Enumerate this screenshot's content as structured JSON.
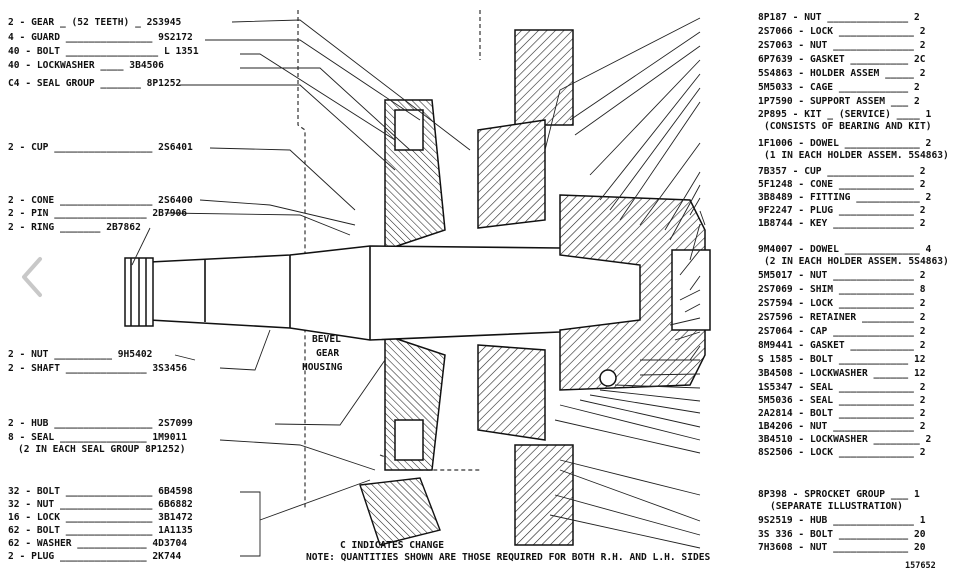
{
  "callouts_left": [
    {
      "text": "2 - GEAR _ (52 TEETH) _ 2S3945"
    },
    {
      "text": "4 - GUARD _______________ 9S2172"
    },
    {
      "text": "40 - BOLT ________________ L 1351"
    },
    {
      "text": "40 - LOCKWASHER ____ 3B4506"
    },
    {
      "text": "C4 - SEAL GROUP _______ 8P1252"
    },
    {
      "text": "2 - CUP _________________ 2S6401"
    },
    {
      "text": "2 - CONE ________________ 2S6400"
    },
    {
      "text": "2 - PIN ________________ 2B7906"
    },
    {
      "text": "2 - RING _______ 2B7862"
    },
    {
      "text": "2 - NUT __________ 9H5402"
    },
    {
      "text": "2 - SHAFT ______________ 3S3456"
    },
    {
      "text": "2 - HUB _________________ 2S7099"
    },
    {
      "text": "8 - SEAL _______________ 1M9011"
    },
    {
      "text": "(2 IN EACH SEAL GROUP 8P1252)"
    },
    {
      "text": "32 - BOLT _______________ 6B4598"
    },
    {
      "text": "32 - NUT ________________ 6B6882"
    },
    {
      "text": "16 - LOCK _______________ 3B1472"
    },
    {
      "text": "62 - BOLT _______________ 1A1135"
    },
    {
      "text": "62 - WASHER ____________ 4D3704"
    },
    {
      "text": "2 - PLUG _______________ 2K744"
    }
  ],
  "callouts_right": [
    {
      "text": "8P187 - NUT ______________ 2"
    },
    {
      "text": "2S7066 - LOCK _____________ 2"
    },
    {
      "text": "2S7063 - NUT ______________ 2"
    },
    {
      "text": "6P7639 - GASKET __________ 2C"
    },
    {
      "text": "5S4863 - HOLDER ASSEM _____ 2"
    },
    {
      "text": "5M5033 - CAGE ____________ 2"
    },
    {
      "text": "1P7590 - SUPPORT ASSEM ___ 2"
    },
    {
      "text": "2P895 - KIT _ (SERVICE) ____ 1"
    },
    {
      "text": "(CONSISTS OF BEARING AND KIT)"
    },
    {
      "text": "1F1006 - DOWEL _____________ 2"
    },
    {
      "text": "(1 IN EACH HOLDER ASSEM. 5S4863)"
    },
    {
      "text": "7B357 - CUP _______________ 2"
    },
    {
      "text": "5F1248 - CONE _____________ 2"
    },
    {
      "text": "3B8489 - FITTING ___________ 2"
    },
    {
      "text": "9F2247 - PLUG _____________ 2"
    },
    {
      "text": "1B8744 - KEY ______________ 2"
    },
    {
      "text": "9M4007 - DOWEL _____________ 4"
    },
    {
      "text": "(2 IN EACH HOLDER ASSEM. 5S4863)"
    },
    {
      "text": "5M5017 - NUT ______________ 2"
    },
    {
      "text": "2S7069 - SHIM _____________ 8"
    },
    {
      "text": "2S7594 - LOCK _____________ 2"
    },
    {
      "text": "2S7596 - RETAINER _________ 2"
    },
    {
      "text": "2S7064 - CAP ______________ 2"
    },
    {
      "text": "8M9441 - GASKET ___________ 2"
    },
    {
      "text": "S 1585 - BOLT ____________ 12"
    },
    {
      "text": "3B4508 - LOCKWASHER ______ 12"
    },
    {
      "text": "1S5347 - SEAL _____________ 2"
    },
    {
      "text": "5M5036 - SEAL _____________ 2"
    },
    {
      "text": "2A2814 - BOLT _____________ 2"
    },
    {
      "text": "1B4206 - NUT ______________ 2"
    },
    {
      "text": "3B4510 - LOCKWASHER ________ 2"
    },
    {
      "text": "8S2506 - LOCK _____________ 2"
    },
    {
      "text": "8P398 - SPROCKET GROUP ___ 1"
    },
    {
      "text": "(SEPARATE ILLUSTRATION)"
    },
    {
      "text": "9S2519 - HUB ______________ 1"
    },
    {
      "text": "3S 336 - BOLT ____________ 20"
    },
    {
      "text": "7H3608 - NUT _____________ 20"
    }
  ],
  "housing_label": [
    "BEVEL",
    "GEAR",
    "HOUSING"
  ],
  "change_note": "C INDICATES CHANGE",
  "footer_note": "NOTE: QUANTITIES SHOWN ARE THOSE REQUIRED FOR BOTH R.H. AND L.H. SIDES",
  "figure_number": "157652",
  "nav": {
    "icon": "chevron-left-icon"
  }
}
